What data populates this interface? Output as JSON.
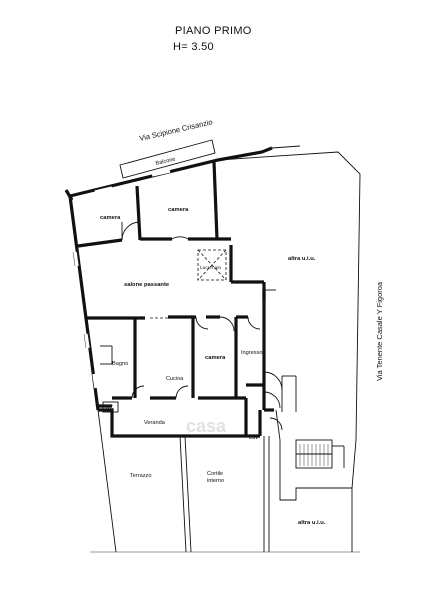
{
  "title": "PIANO PRIMO",
  "height": "H= 3.50",
  "streets": {
    "north": "Via Scipione Crisanzio",
    "east": "Via Tenente Casale Y Figoroa"
  },
  "rooms": {
    "balcone": "Balcone",
    "camera_left": "camera",
    "camera_right": "camera",
    "salone": "salone passante",
    "lucernaio": "Lucernaio",
    "altra_top": "altra u.i.u.",
    "bagno": "Bagno",
    "cucina": "Cucina",
    "camera_center": "camera",
    "ingresso": "Ingresso",
    "wc": "WC",
    "veranda": "Veranda",
    "lav": "Lav",
    "terrazzo": "Terrazzo",
    "cortile": "Cortile interno",
    "altra_bottom": "altra u.i.u."
  },
  "watermark": "casa"
}
